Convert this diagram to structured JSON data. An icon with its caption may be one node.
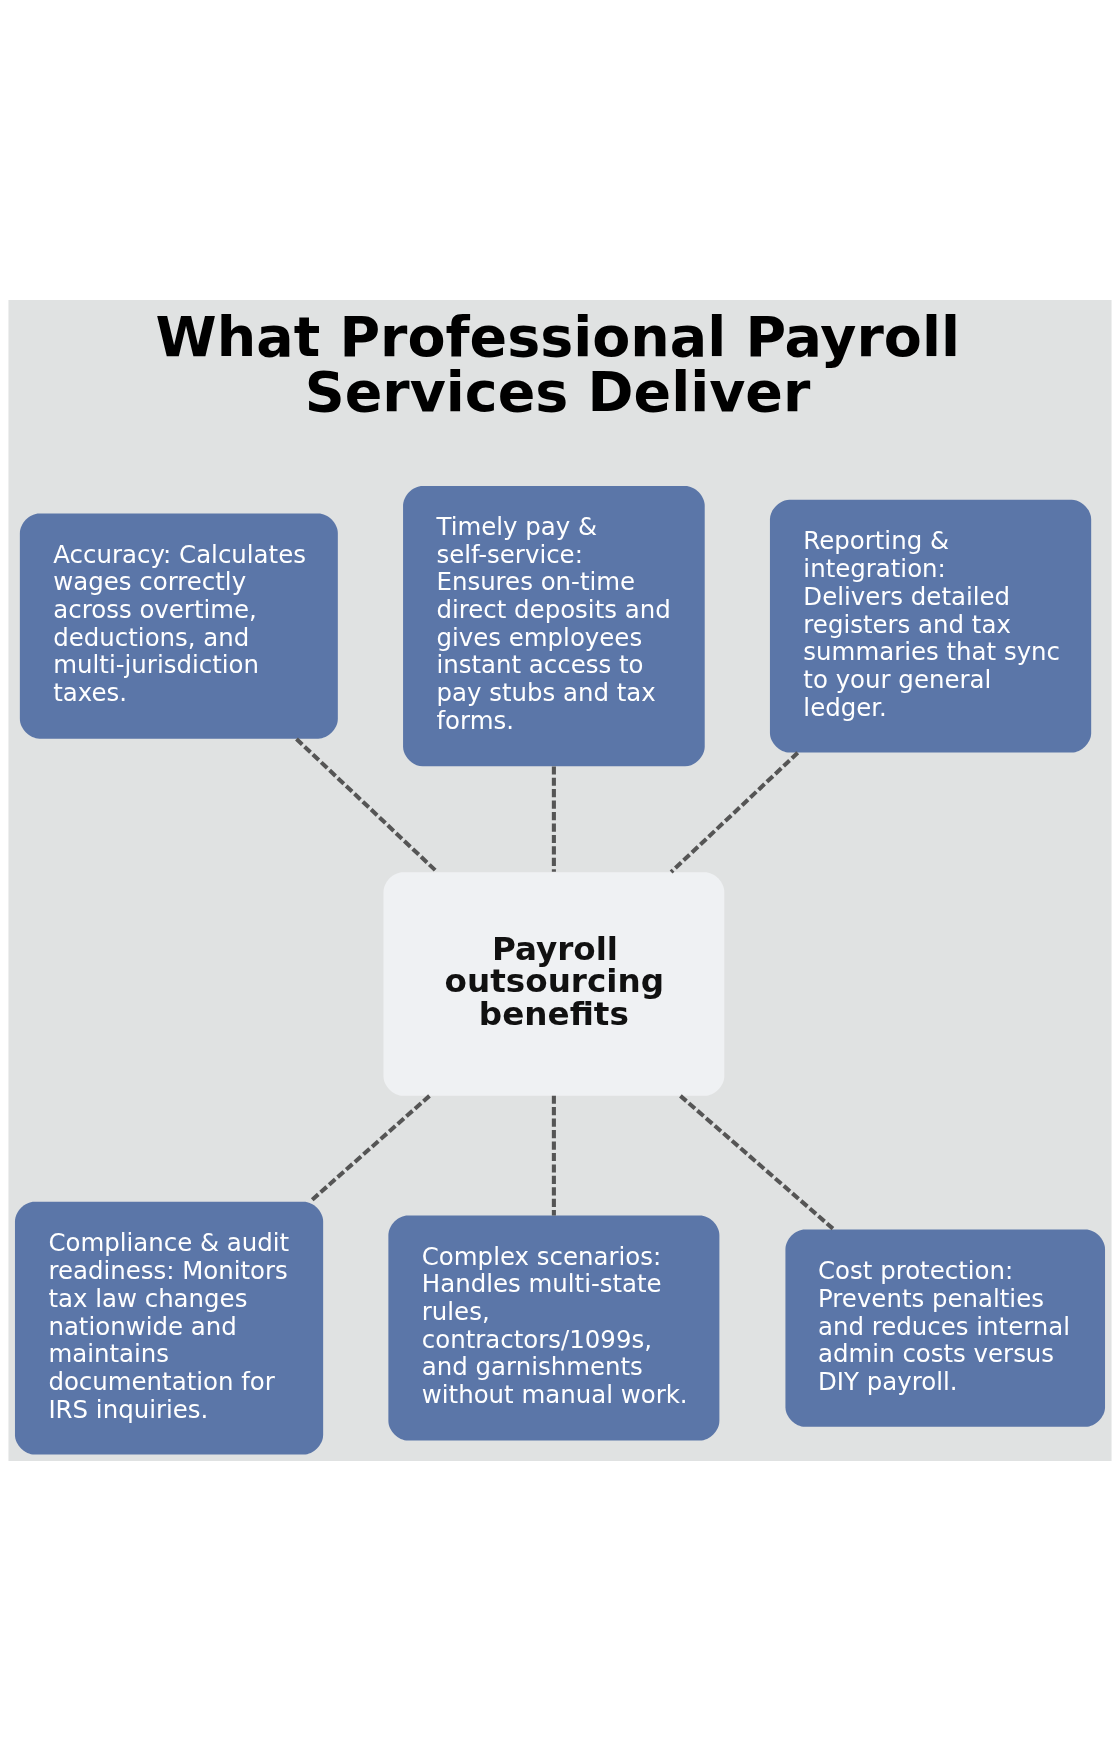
{
  "diagram": {
    "title": "What Professional Payroll Services Deliver",
    "nodes": [
      {
        "text": [
          "Accuracy: Calculates wages correctly across overtime, deductions, and multi-jurisdiction taxes."
        ]
      },
      {
        "text": [
          "Timely pay & self-service: Ensures on-time direct deposits and gives employees instant access to pay stubs and tax forms."
        ]
      },
      {
        "text": [
          "Reporting & integration: Delivers detailed registers and tax summaries that sync to your general ledger."
        ]
      },
      {
        "text": [
          "Payroll outsourcing benefits"
        ]
      },
      {
        "text": [
          "Compliance & audit readiness: Monitors tax law changes nationwide and maintains documentation for IRS inquiries."
        ]
      },
      {
        "text": [
          "Complex scenarios: Handles multi-state rules, contractors/1099s, and garnishments without manual work."
        ]
      },
      {
        "text": [
          "Cost protection: Prevents penalties and reduces internal admin costs versus DIY payroll."
        ]
      }
    ],
    "edges": [
      {
        "from": 0,
        "to": 3,
        "arrow": "none",
        "style": "dashed"
      },
      {
        "from": 1,
        "to": 3,
        "arrow": "none",
        "style": "dashed"
      },
      {
        "from": 2,
        "to": 3,
        "arrow": "none",
        "style": "dashed"
      },
      {
        "from": 3,
        "to": 4,
        "arrow": "none",
        "style": "dashed"
      },
      {
        "from": 3,
        "to": 5,
        "arrow": "none",
        "style": "dashed"
      },
      {
        "from": 3,
        "to": 6,
        "arrow": "none",
        "style": "dashed"
      }
    ]
  }
}
